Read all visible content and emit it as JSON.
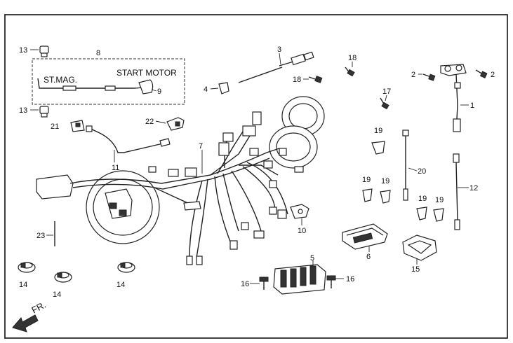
{
  "diagram": {
    "inner_labels": {
      "st_mag": "ST.MAG.",
      "start_motor": "START MOTOR"
    },
    "direction_label": "FR.",
    "callouts": [
      {
        "id": "c13a",
        "text": "13"
      },
      {
        "id": "c13b",
        "text": "13"
      },
      {
        "id": "c8",
        "text": "8"
      },
      {
        "id": "c9",
        "text": "9"
      },
      {
        "id": "c21",
        "text": "21"
      },
      {
        "id": "c22",
        "text": "22"
      },
      {
        "id": "c11",
        "text": "11"
      },
      {
        "id": "c3",
        "text": "3"
      },
      {
        "id": "c4",
        "text": "4"
      },
      {
        "id": "c18a",
        "text": "18"
      },
      {
        "id": "c18b",
        "text": "18"
      },
      {
        "id": "c17",
        "text": "17"
      },
      {
        "id": "c2a",
        "text": "2"
      },
      {
        "id": "c2b",
        "text": "2"
      },
      {
        "id": "c1",
        "text": "1"
      },
      {
        "id": "c7",
        "text": "7"
      },
      {
        "id": "c19a",
        "text": "19"
      },
      {
        "id": "c19b",
        "text": "19"
      },
      {
        "id": "c19c",
        "text": "19"
      },
      {
        "id": "c19d",
        "text": "19"
      },
      {
        "id": "c19e",
        "text": "19"
      },
      {
        "id": "c20",
        "text": "20"
      },
      {
        "id": "c12",
        "text": "12"
      },
      {
        "id": "c10",
        "text": "10"
      },
      {
        "id": "c23",
        "text": "23"
      },
      {
        "id": "c14a",
        "text": "14"
      },
      {
        "id": "c14b",
        "text": "14"
      },
      {
        "id": "c14c",
        "text": "14"
      },
      {
        "id": "c5",
        "text": "5"
      },
      {
        "id": "c6",
        "text": "6"
      },
      {
        "id": "c15",
        "text": "15"
      },
      {
        "id": "c16a",
        "text": "16"
      },
      {
        "id": "c16b",
        "text": "16"
      }
    ]
  }
}
